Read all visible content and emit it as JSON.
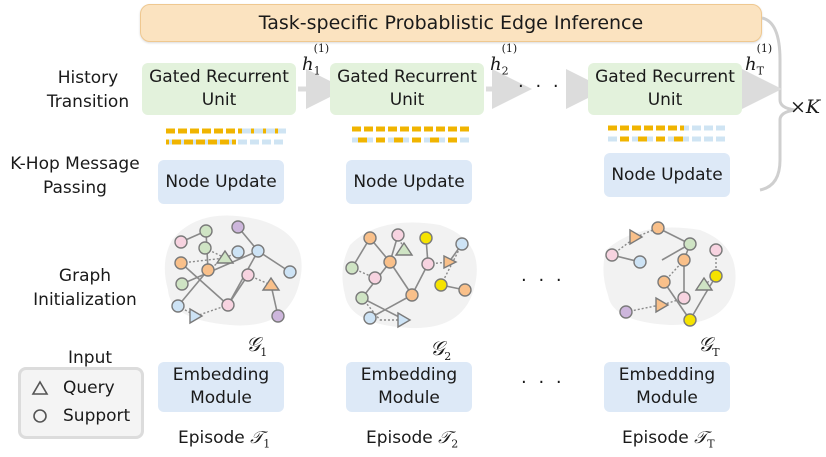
{
  "banner": "Task-specific Probablistic Edge Inference",
  "row_labels": {
    "history": [
      "History",
      "Transition"
    ],
    "kmp": [
      "K-Hop Message",
      "Passing"
    ],
    "graph": [
      "Graph",
      "Initialization"
    ],
    "input": "Input"
  },
  "gru_label": [
    "Gated Recurrent",
    "Unit"
  ],
  "node_update_label": "Node Update",
  "embedding_label": [
    "Embedding",
    "Module"
  ],
  "hidden_states": [
    {
      "base": "h",
      "sub": "1",
      "sup": "(1)"
    },
    {
      "base": "h",
      "sub": "2",
      "sup": "(1)"
    },
    {
      "base": "h",
      "sub": "T",
      "sup": "(1)"
    }
  ],
  "graph_labels": [
    {
      "base": "𝒢",
      "sub": "1"
    },
    {
      "base": "𝒢",
      "sub": "2"
    },
    {
      "base": "𝒢",
      "sub": "T"
    }
  ],
  "episodes": [
    {
      "word": "Episode",
      "base": "𝒯",
      "sub": "1"
    },
    {
      "word": "Episode",
      "base": "𝒯",
      "sub": "2"
    },
    {
      "word": "Episode",
      "base": "𝒯",
      "sub": "T"
    }
  ],
  "ellipsis": "· · ·",
  "repeat_label": "×K",
  "legend": {
    "query": "Query",
    "support": "Support"
  },
  "colors": {
    "banner": "#fbe3c0",
    "gru": "#e3f2dc",
    "module": "#dde9f7",
    "gold": "#f0b400",
    "lightblue": "#cfe4f3",
    "node_orange": "#f9c08a",
    "node_green": "#cfe4c4",
    "node_blue": "#cde3f5",
    "node_pink": "#f7d3e0",
    "node_purple": "#cdb6dc",
    "node_yellow": "#f5e300"
  }
}
